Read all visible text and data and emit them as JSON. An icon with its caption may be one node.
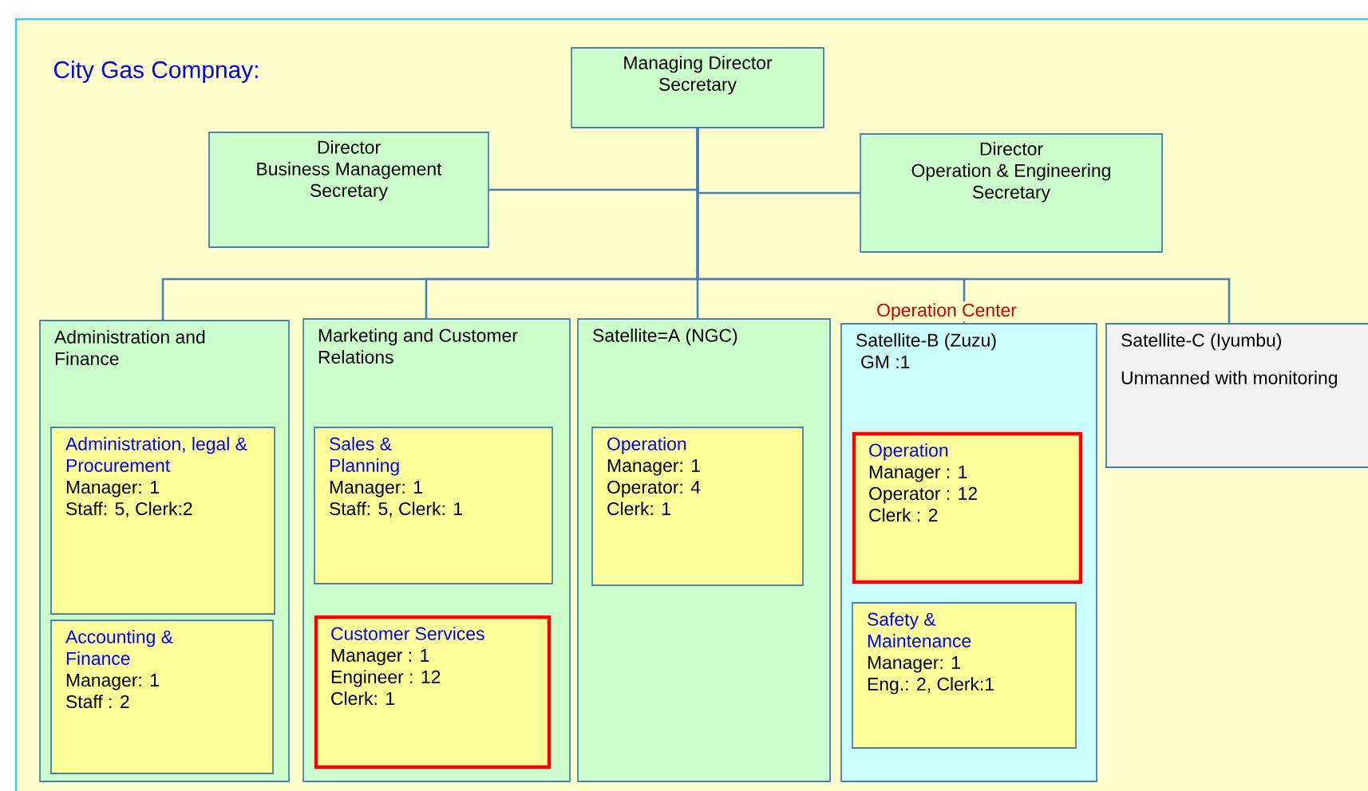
{
  "diagram": {
    "title": "City Gas Compnay:",
    "nodes": [
      {
        "text": [
          "Managing Director",
          "Secretary"
        ]
      },
      {
        "text": [
          "Director",
          "Business Management",
          "Secretary"
        ]
      },
      {
        "text": [
          "Director",
          "Operation & Engineering",
          "Secretary"
        ]
      },
      {
        "text": [
          "Administration and Finance"
        ]
      },
      {
        "text": [
          "Administration, legal & Procurement",
          "Manager: 1",
          "Staff: 5, Clerk:2"
        ],
        "in": 3
      },
      {
        "text": [
          "Accounting & Finance",
          "Manager: 1",
          "Staff      : 2"
        ],
        "in": 3
      },
      {
        "text": [
          "Marketing and Customer Relations"
        ]
      },
      {
        "text": [
          "Sales & Planning",
          "Manager: 1",
          "Staff: 5, Clerk: 1"
        ],
        "in": 6
      },
      {
        "text": [
          "Customer Services",
          "Manager  :   1",
          "Engineer  : 12",
          "Clerk:          1"
        ],
        "in": 6
      },
      {
        "text": [
          "Satellite=A (NGC)"
        ]
      },
      {
        "text": [
          "Operation",
          "Manager:  1",
          "Operator:  4",
          "Clerk:       1"
        ],
        "in": 9
      },
      {
        "text": [
          "Satellite-B (Zuzu)",
          "GM  :1"
        ],
        "beside": [
          "Operation Center"
        ]
      },
      {
        "text": [
          "Operation",
          "Manager  :   1",
          "Operator  : 12",
          "Clerk       :   2"
        ],
        "in": 11
      },
      {
        "text": [
          "Safety & Maintenance",
          "Manager: 1",
          "Eng.: 2, Clerk:1"
        ],
        "in": 11
      },
      {
        "text": [
          "Satellite-C (Iyumbu)",
          "Unmanned with monitoring"
        ]
      }
    ],
    "edges": [
      {
        "from": 0,
        "to": 1,
        "arrow": "none"
      },
      {
        "from": 0,
        "to": 2,
        "arrow": "none"
      },
      {
        "from": 0,
        "to": 3,
        "arrow": "none"
      },
      {
        "from": 0,
        "to": 6,
        "arrow": "none"
      },
      {
        "from": 0,
        "to": 9,
        "arrow": "none"
      },
      {
        "from": 0,
        "to": 11,
        "arrow": "none"
      },
      {
        "from": 0,
        "to": 14,
        "arrow": "none"
      }
    ]
  }
}
